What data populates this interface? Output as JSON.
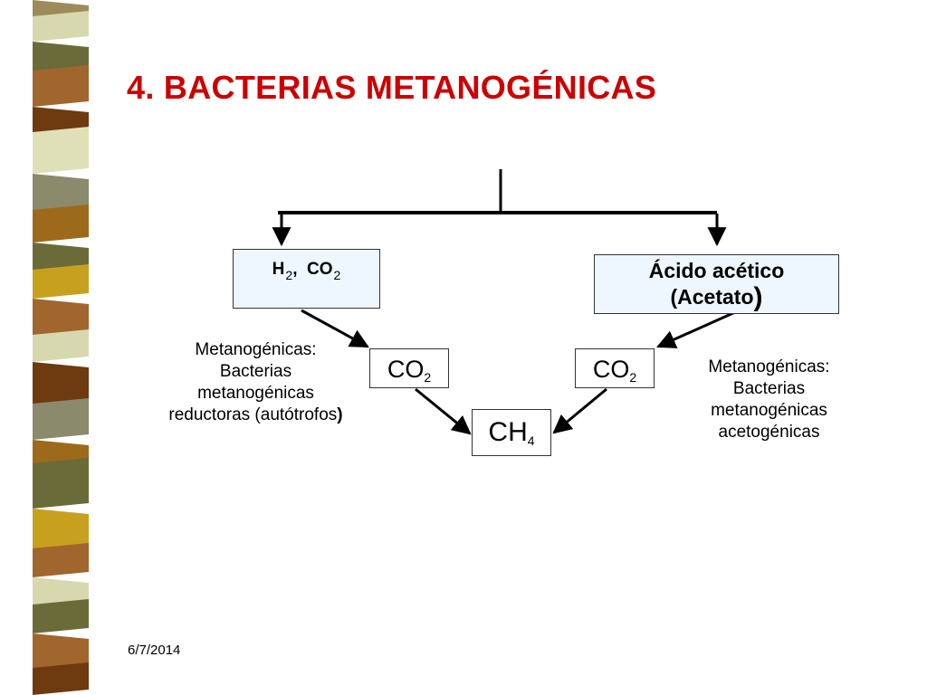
{
  "title": "4.  BACTERIAS METANOGÉNICAS",
  "boxes": {
    "h2co2": {
      "h": "H",
      "h_sub": "2",
      "sep": ",  ",
      "co": "CO",
      "co_sub": "2"
    },
    "acetic": {
      "line1": "Ácido acético",
      "line2": "(Acetato",
      "line2_close": ")"
    },
    "co2_left": {
      "main": "CO",
      "sub": "2"
    },
    "co2_right": {
      "main": "CO",
      "sub": "2"
    },
    "ch4": {
      "main": "CH",
      "sub": "4"
    }
  },
  "notes": {
    "left": {
      "line1": "Metanogénicas:",
      "line2": "Bacterias",
      "line3": "metanogénicas",
      "line4": "reductoras (autótrofos",
      "line4_close": ")"
    },
    "right": {
      "line1": "Metanogénicas:",
      "line2": "Bacterias",
      "line3": "metanogénicas",
      "line4": "acetogénicas"
    }
  },
  "footer": {
    "date": "6/7/2014"
  },
  "colors": {
    "title": "#cc0000",
    "box_fill": "#eef6ff",
    "stripe_palette": [
      "#9c8c5a",
      "#6b6b3a",
      "#a0662e",
      "#6e3a10",
      "#dfe0b8",
      "#8c8a6c",
      "#9c6a1a",
      "#c8a020",
      "#d8d8b0"
    ]
  }
}
